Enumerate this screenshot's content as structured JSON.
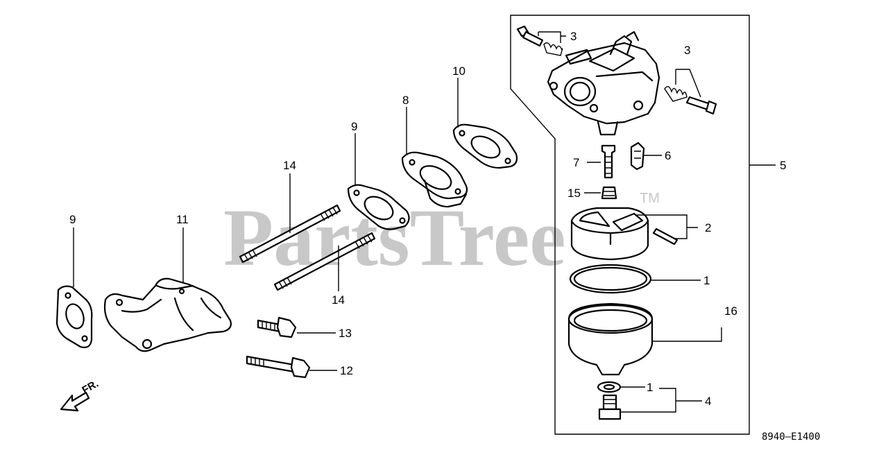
{
  "watermark": {
    "text": "PartsTree",
    "trademark": "TM"
  },
  "drawing_code": "8940—E1400",
  "direction_label": "FR.",
  "callouts": [
    {
      "id": "callout-1-bowl-gasket",
      "text": "1"
    },
    {
      "id": "callout-1-washer",
      "text": "1"
    },
    {
      "id": "callout-2",
      "text": "2"
    },
    {
      "id": "callout-3-left",
      "text": "3"
    },
    {
      "id": "callout-3-right",
      "text": "3"
    },
    {
      "id": "callout-4",
      "text": "4"
    },
    {
      "id": "callout-5",
      "text": "5"
    },
    {
      "id": "callout-6",
      "text": "6"
    },
    {
      "id": "callout-7",
      "text": "7"
    },
    {
      "id": "callout-8",
      "text": "8"
    },
    {
      "id": "callout-9-left",
      "text": "9"
    },
    {
      "id": "callout-9-mid",
      "text": "9"
    },
    {
      "id": "callout-10",
      "text": "10"
    },
    {
      "id": "callout-11",
      "text": "11"
    },
    {
      "id": "callout-12",
      "text": "12"
    },
    {
      "id": "callout-13",
      "text": "13"
    },
    {
      "id": "callout-14-upper",
      "text": "14"
    },
    {
      "id": "callout-14-lower",
      "text": "14"
    },
    {
      "id": "callout-15",
      "text": "15"
    },
    {
      "id": "callout-16",
      "text": "16"
    }
  ]
}
